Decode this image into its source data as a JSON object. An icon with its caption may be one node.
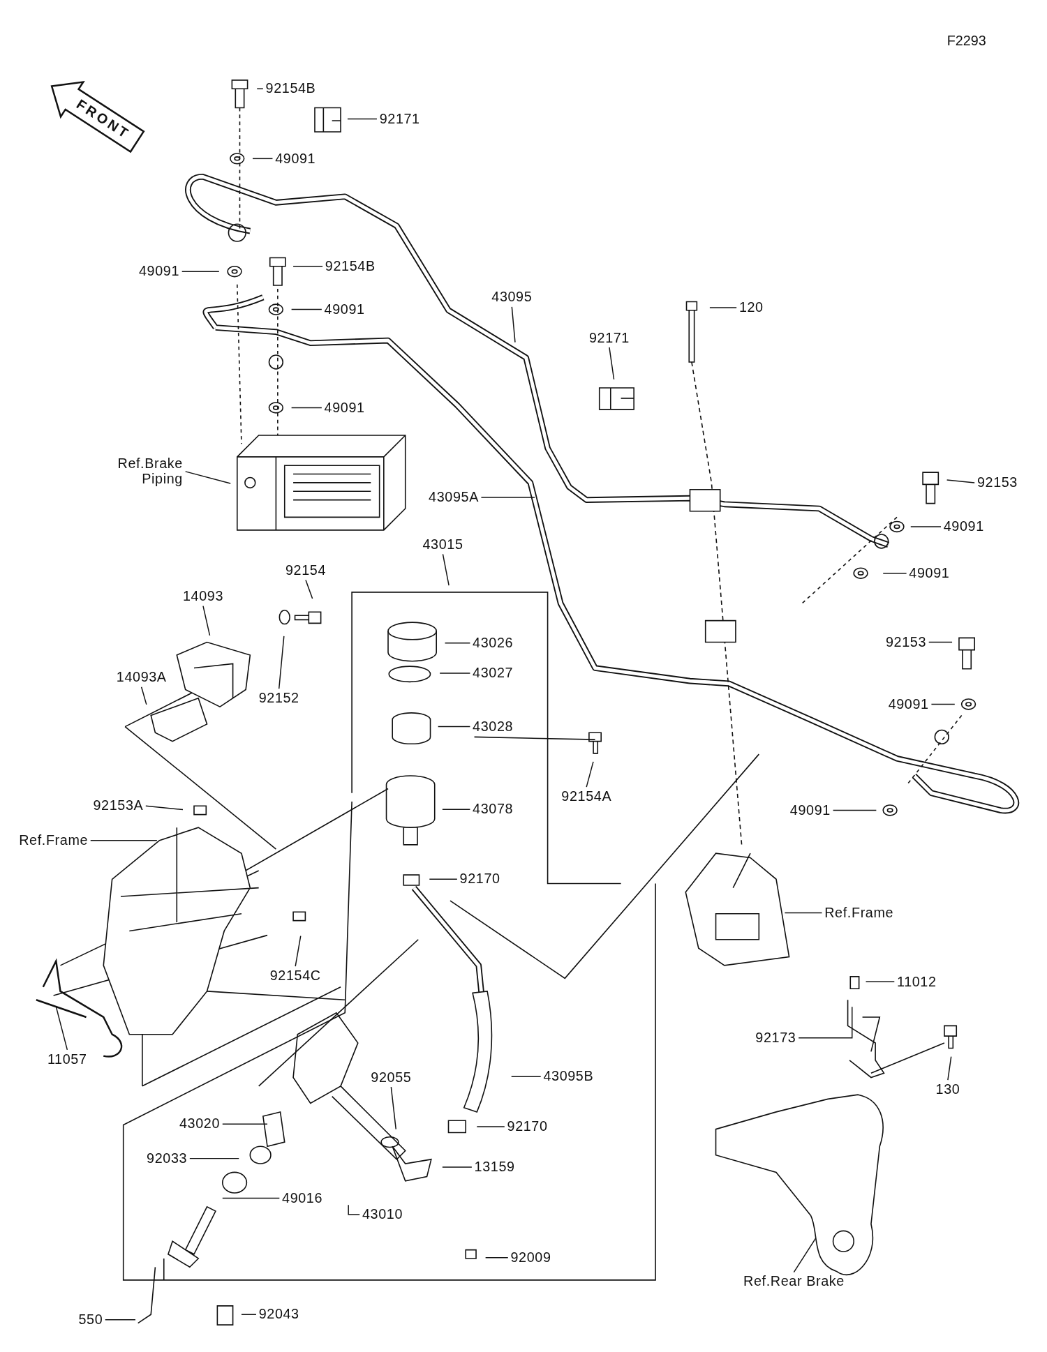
{
  "diagram": {
    "nodes": [
      {
        "text": [
          "92154B"
        ]
      },
      {
        "text": [
          "92171"
        ]
      },
      {
        "text": [
          "49091"
        ]
      },
      {
        "text": [
          "49091"
        ]
      },
      {
        "text": [
          "92154B"
        ]
      },
      {
        "text": [
          "49091"
        ]
      },
      {
        "text": [
          "43095"
        ]
      },
      {
        "text": [
          "92171"
        ]
      },
      {
        "text": [
          "120"
        ]
      },
      {
        "text": [
          "49091"
        ]
      },
      {
        "text": [
          "Ref.Brake Piping"
        ]
      },
      {
        "text": [
          "92153"
        ]
      },
      {
        "text": [
          "49091"
        ]
      },
      {
        "text": [
          "43095A"
        ]
      },
      {
        "text": [
          "43015"
        ]
      },
      {
        "text": [
          "92154"
        ]
      },
      {
        "text": [
          "49091"
        ]
      },
      {
        "text": [
          "14093"
        ]
      },
      {
        "text": [
          "14093A"
        ]
      },
      {
        "text": [
          "43026"
        ]
      },
      {
        "text": [
          "92153"
        ]
      },
      {
        "text": [
          "43027"
        ]
      },
      {
        "text": [
          "92152"
        ]
      },
      {
        "text": [
          "49091"
        ]
      },
      {
        "text": [
          "43028"
        ]
      },
      {
        "text": [
          "92154A"
        ]
      },
      {
        "text": [
          "92153A"
        ]
      },
      {
        "text": [
          "43078"
        ]
      },
      {
        "text": [
          "49091"
        ]
      },
      {
        "text": [
          "Ref.Frame"
        ]
      },
      {
        "text": [
          "92170"
        ]
      },
      {
        "text": [
          "Ref.Frame"
        ]
      },
      {
        "text": [
          "92154C"
        ]
      },
      {
        "text": [
          "11012"
        ]
      },
      {
        "text": [
          "92173"
        ]
      },
      {
        "text": [
          "11057"
        ]
      },
      {
        "text": [
          "92055"
        ]
      },
      {
        "text": [
          "43095B"
        ]
      },
      {
        "text": [
          "130"
        ]
      },
      {
        "text": [
          "43020"
        ]
      },
      {
        "text": [
          "92170"
        ]
      },
      {
        "text": [
          "92033"
        ]
      },
      {
        "text": [
          "13159"
        ]
      },
      {
        "text": [
          "49016"
        ]
      },
      {
        "text": [
          "43010"
        ]
      },
      {
        "text": [
          "92009"
        ]
      },
      {
        "text": [
          "Ref.Rear Brake"
        ]
      },
      {
        "text": [
          "550"
        ]
      },
      {
        "text": [
          "92043"
        ]
      }
    ],
    "edges": [
      {
        "from": 0,
        "to": null,
        "arrow": "none"
      },
      {
        "from": 1,
        "to": null,
        "arrow": "none"
      },
      {
        "from": 2,
        "to": null,
        "arrow": "none"
      },
      {
        "from": 3,
        "to": null,
        "arrow": "none"
      },
      {
        "from": 4,
        "to": null,
        "arrow": "none"
      },
      {
        "from": 5,
        "to": null,
        "arrow": "none"
      },
      {
        "from": 6,
        "to": null,
        "arrow": "none"
      },
      {
        "from": 7,
        "to": null,
        "arrow": "none"
      },
      {
        "from": 8,
        "to": null,
        "arrow": "none"
      },
      {
        "from": 9,
        "to": null,
        "arrow": "none"
      },
      {
        "from": 10,
        "to": null,
        "arrow": "none"
      },
      {
        "from": 11,
        "to": null,
        "arrow": "none"
      },
      {
        "from": 12,
        "to": null,
        "arrow": "none"
      },
      {
        "from": 13,
        "to": null,
        "arrow": "none"
      },
      {
        "from": 14,
        "to": null,
        "arrow": "none"
      },
      {
        "from": 15,
        "to": null,
        "arrow": "none"
      },
      {
        "from": 16,
        "to": null,
        "arrow": "none"
      },
      {
        "from": 17,
        "to": null,
        "arrow": "none"
      },
      {
        "from": 18,
        "to": null,
        "arrow": "none"
      },
      {
        "from": 19,
        "to": null,
        "arrow": "none"
      },
      {
        "from": 20,
        "to": null,
        "arrow": "none"
      },
      {
        "from": 21,
        "to": null,
        "arrow": "none"
      },
      {
        "from": 22,
        "to": null,
        "arrow": "none"
      },
      {
        "from": 23,
        "to": null,
        "arrow": "none"
      },
      {
        "from": 24,
        "to": null,
        "arrow": "none"
      },
      {
        "from": 25,
        "to": null,
        "arrow": "none"
      },
      {
        "from": 26,
        "to": null,
        "arrow": "none"
      },
      {
        "from": 27,
        "to": null,
        "arrow": "none"
      },
      {
        "from": 28,
        "to": null,
        "arrow": "none"
      },
      {
        "from": 29,
        "to": null,
        "arrow": "none"
      },
      {
        "from": 30,
        "to": null,
        "arrow": "none"
      },
      {
        "from": 31,
        "to": null,
        "arrow": "none"
      },
      {
        "from": 32,
        "to": null,
        "arrow": "none"
      },
      {
        "from": 33,
        "to": null,
        "arrow": "none"
      },
      {
        "from": 34,
        "to": null,
        "arrow": "none"
      },
      {
        "from": 35,
        "to": null,
        "arrow": "none"
      },
      {
        "from": 36,
        "to": null,
        "arrow": "none"
      },
      {
        "from": 37,
        "to": null,
        "arrow": "none"
      },
      {
        "from": 38,
        "to": null,
        "arrow": "none"
      },
      {
        "from": 39,
        "to": null,
        "arrow": "none"
      },
      {
        "from": 40,
        "to": null,
        "arrow": "none"
      },
      {
        "from": 41,
        "to": null,
        "arrow": "none"
      },
      {
        "from": 42,
        "to": null,
        "arrow": "none"
      },
      {
        "from": 43,
        "to": null,
        "arrow": "none"
      },
      {
        "from": 44,
        "to": null,
        "arrow": "none"
      },
      {
        "from": 45,
        "to": null,
        "arrow": "none"
      },
      {
        "from": 46,
        "to": null,
        "arrow": "none"
      },
      {
        "from": 47,
        "to": null,
        "arrow": "none"
      },
      {
        "from": 48,
        "to": null,
        "arrow": "none"
      }
    ],
    "labels": [
      "F2293",
      "FRONT"
    ]
  }
}
